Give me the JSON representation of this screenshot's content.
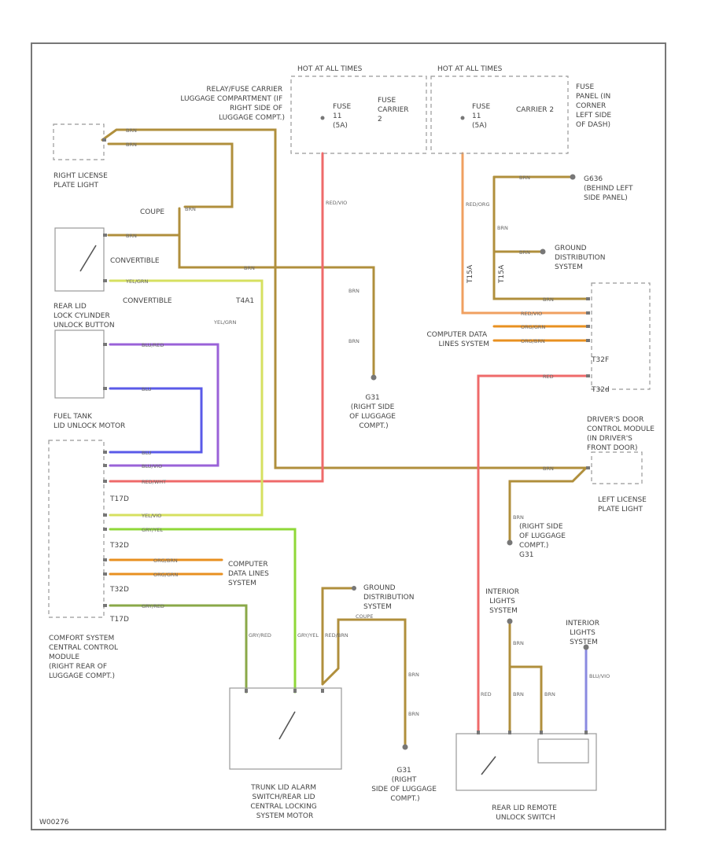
{
  "diagram_code": "W00276",
  "colors": {
    "brn": "#b08f3c",
    "org": "#e89020",
    "red": "#ef6a6a",
    "ylw": "#d6e060",
    "grn": "#8fd838",
    "blu": "#5a5ae8",
    "vio": "#9a62d8",
    "gry": "#8a8a8a"
  },
  "labels": {
    "hot_at_all_times_1": "HOT AT ALL TIMES",
    "hot_at_all_times_2": "HOT AT ALL TIMES",
    "relay_carrier": [
      "RELAY/FUSE CARRIER",
      "LUGGAGE COMPARTMENT (IF",
      "RIGHT SIDE OF",
      "LUGGAGE COMPT.)"
    ],
    "fuse_a": [
      "FUSE",
      "11",
      "(5A)"
    ],
    "fuse_carrier_a": [
      "FUSE",
      "CARRIER",
      "2"
    ],
    "fuse_b": [
      "FUSE",
      "11",
      "(5A)"
    ],
    "fuse_carrier_b": "CARRIER 2",
    "fuse_panel": [
      "FUSE",
      "PANEL (IN",
      "CORNER",
      "LEFT SIDE",
      "OF DASH)"
    ],
    "right_license": [
      "RIGHT LICENSE",
      "PLATE LIGHT"
    ],
    "coupe": "COUPE",
    "convertible_1": "CONVERTIBLE",
    "convertible_2": "CONVERTIBLE",
    "t4a1": "T4A1",
    "rear_lid_lock": [
      "REAR LID",
      "LOCK CYLINDER",
      "UNLOCK BUTTON"
    ],
    "fuel_tank": [
      "FUEL TANK",
      "LID UNLOCK MOTOR"
    ],
    "g_left_body": [
      "G636",
      "(BEHIND LEFT",
      "SIDE PANEL)"
    ],
    "ground_dist_1": [
      "GROUND",
      "DISTRIBUTION",
      "SYSTEM"
    ],
    "computer_data_1": [
      "COMPUTER DATA",
      "LINES SYSTEM"
    ],
    "g_right_luggage_1": [
      "G31",
      "(RIGHT SIDE",
      "OF LUGGAGE",
      "COMPT.)"
    ],
    "driver_door": [
      "DRIVER'S DOOR",
      "CONTROL MODULE",
      "(IN DRIVER'S",
      "FRONT DOOR)"
    ],
    "left_license": [
      "LEFT LICENSE",
      "PLATE LIGHT"
    ],
    "right_side_luggage_2": [
      "(RIGHT SIDE",
      "OF LUGGAGE",
      "COMPT.)",
      "G31"
    ],
    "t32f": "T32F",
    "t32d": "T32d",
    "t17d_1": "T17D",
    "t17d_2": "T17D",
    "t32d_1": "T32D",
    "t32d_2": "T32D",
    "t15a": "T15A",
    "t15b": "T15A",
    "computer_data_2": [
      "COMPUTER",
      "DATA LINES",
      "SYSTEM"
    ],
    "comfort_system": [
      "COMFORT SYSTEM",
      "CENTRAL CONTROL",
      "MODULE",
      "(RIGHT REAR OF",
      "LUGGAGE COMPT.)"
    ],
    "ground_dist_2": [
      "GROUND",
      "DISTRIBUTION",
      "SYSTEM"
    ],
    "coupe_2": "COUPE",
    "interior_lights_1": [
      "INTERIOR",
      "LIGHTS",
      "SYSTEM"
    ],
    "interior_lights_2": [
      "INTERIOR",
      "LIGHTS",
      "SYSTEM"
    ],
    "trunk_lid_alarm": [
      "TRUNK LID ALARM",
      "SWITCH/REAR LID",
      "CENTRAL LOCKING",
      "SYSTEM MOTOR"
    ],
    "g_right_luggage_3": [
      "G31",
      "(RIGHT",
      "SIDE OF LUGGAGE",
      "COMPT.)"
    ],
    "rear_lid_remote": [
      "REAR LID REMOTE",
      "UNLOCK SWITCH"
    ]
  },
  "wires": {
    "brn": "BRN",
    "red_vio": "RED/VIO",
    "red_org": "RED/ORG",
    "red_vio_b": "RED/VIO",
    "yel_grn": "YEL/GRN",
    "yel_vio": "YEL/VIO",
    "blu_red": "BLU/RED",
    "blu": "BLU",
    "blu_vio": "BLU/VIO",
    "red_wht": "RED/WHT",
    "gry_yel": "GRY/YEL",
    "org_brn": "ORG/BRN",
    "org_grn": "ORG/GRN",
    "gry_red": "GRY/RED",
    "red": "RED",
    "red_brn": "RED/BRN"
  }
}
